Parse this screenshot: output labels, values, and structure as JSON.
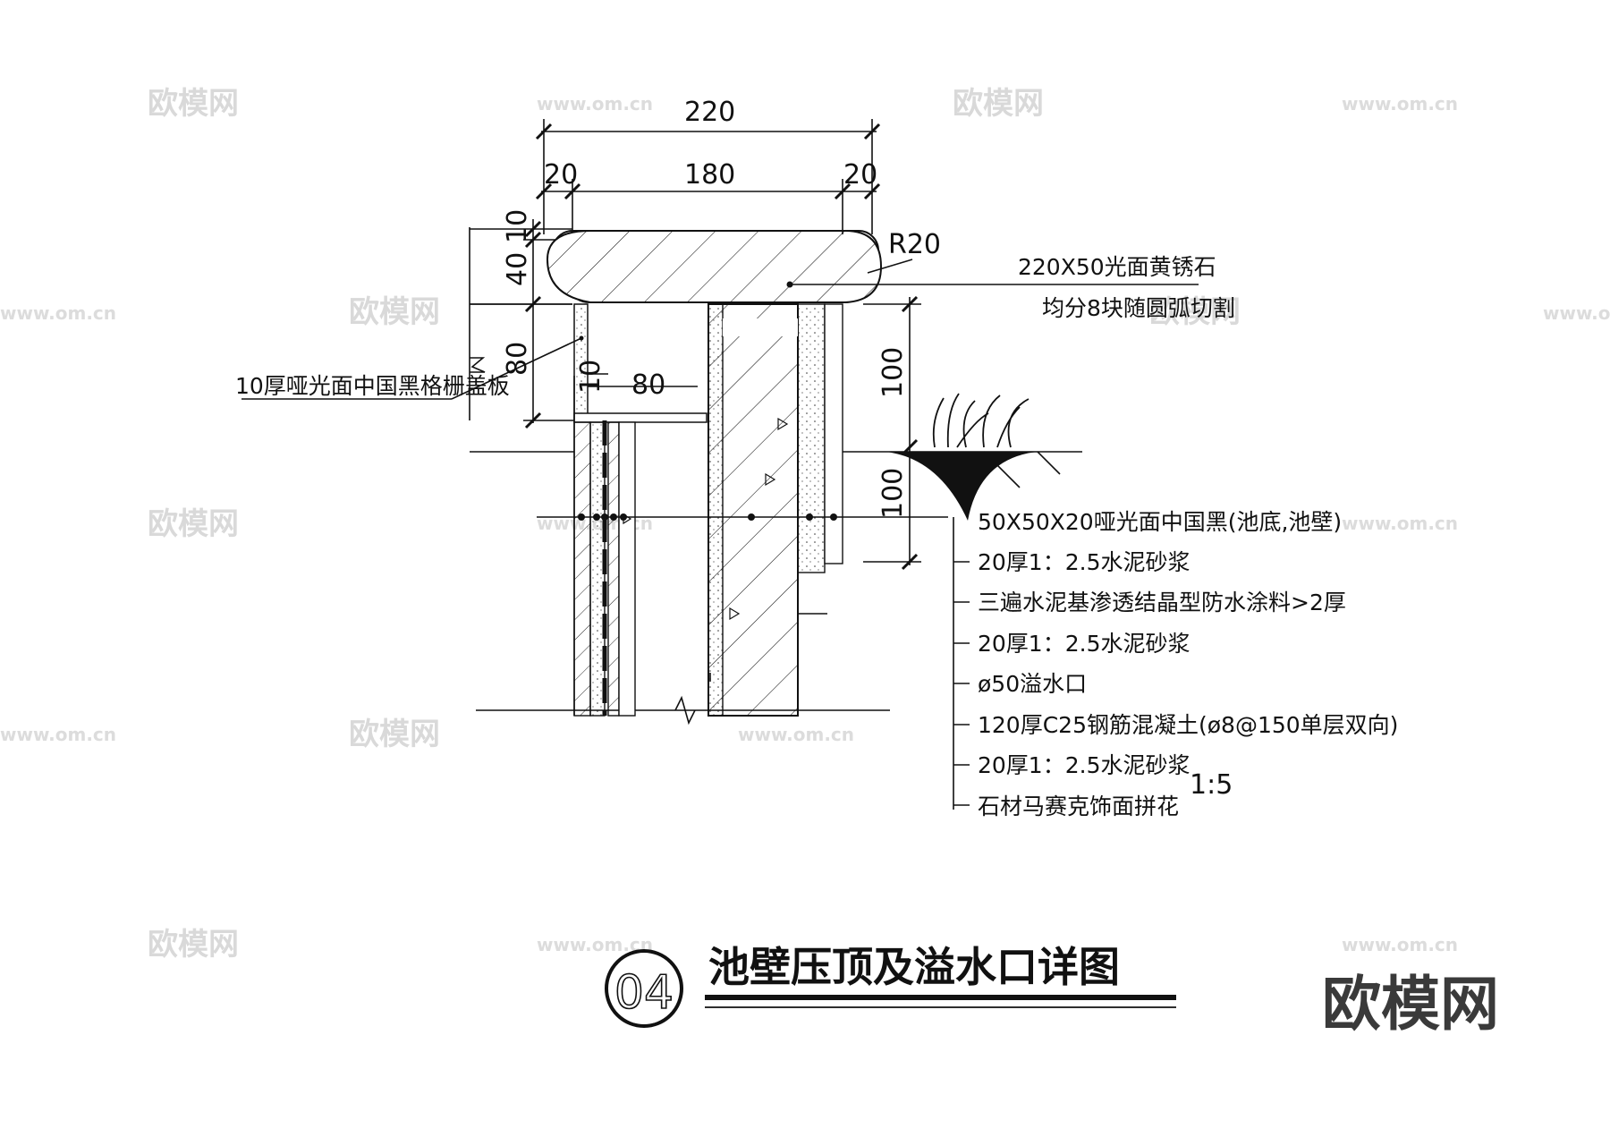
{
  "dimensions": {
    "overall": "220",
    "left_edge": "20",
    "middle": "180",
    "right_edge": "20",
    "cap_40": "40",
    "cap_10": "10",
    "grate_80": "80",
    "gap_10": "10",
    "channel_80": "80",
    "upper_100": "100",
    "lower_100": "100",
    "radius": "R20"
  },
  "callouts": {
    "coping_spec": "220X50光面黄锈石",
    "coping_cut": "均分8块随圆弧切割",
    "grate_cover": "10厚哑光面中国黑格栅盖板"
  },
  "layers": [
    "50X50X20哑光面中国黑(池底,池壁)",
    "20厚1：2.5水泥砂浆",
    "三遍水泥基渗透结晶型防水涂料>2厚",
    "20厚1：2.5水泥砂浆",
    "ø50溢水口",
    "120厚C25钢筋混凝土(ø8@150单层双向)",
    "20厚1：2.5水泥砂浆",
    "石材马赛克饰面拼花"
  ],
  "scale": "1:5",
  "detail": {
    "number": "04",
    "title": "池壁压顶及溢水口详图"
  },
  "watermarks": {
    "brand": "欧模网",
    "url": "www.om.cn"
  }
}
